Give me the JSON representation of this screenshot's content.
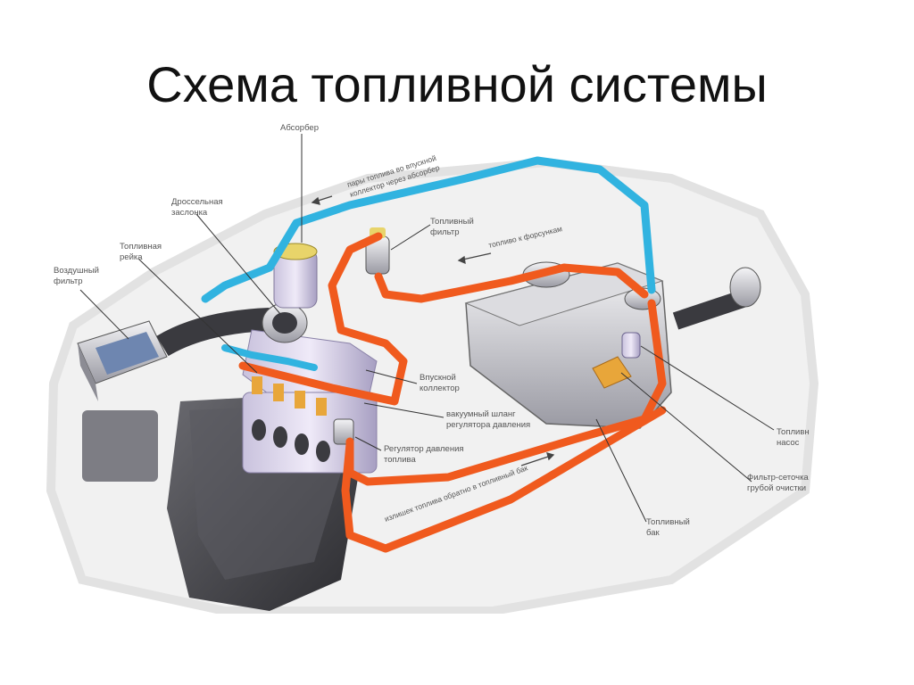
{
  "slide": {
    "title": "Схема топливной системы"
  },
  "diagram": {
    "labels": {
      "absorber": "Абсорбер",
      "throttle_line1": "Дроссельная",
      "throttle_line2": "заслонка",
      "rail_line1": "Топливная",
      "rail_line2": "рейка",
      "air_filter_line1": "Воздушный",
      "air_filter_line2": "фильтр",
      "fuel_filter_line1": "Топливный",
      "fuel_filter_line2": "фильтр",
      "intake_line1": "Впускной",
      "intake_line2": "коллектор",
      "vacuum_line1": "вакуумный шланг",
      "vacuum_line2": "регулятора давления",
      "regulator_line1": "Регулятор давления",
      "regulator_line2": "топлива",
      "pump_line1": "Топливн",
      "pump_line2": "насос",
      "strainer_line1": "Фильтр-сеточка",
      "strainer_line2": "грубой очистки",
      "tank_line1": "Топливный",
      "tank_line2": "бак"
    },
    "pipe_labels": {
      "vapor_line1": "пары топлива во впускной",
      "vapor_line2": "коллектор через абсорбер",
      "to_injectors": "топливо к форсункам",
      "return": "излишек топлива обратно в топливный бак"
    },
    "colors": {
      "supply_line": "#f05a1e",
      "vapor_line": "#31b3e0",
      "body_outline": "#e6e6e6"
    }
  }
}
